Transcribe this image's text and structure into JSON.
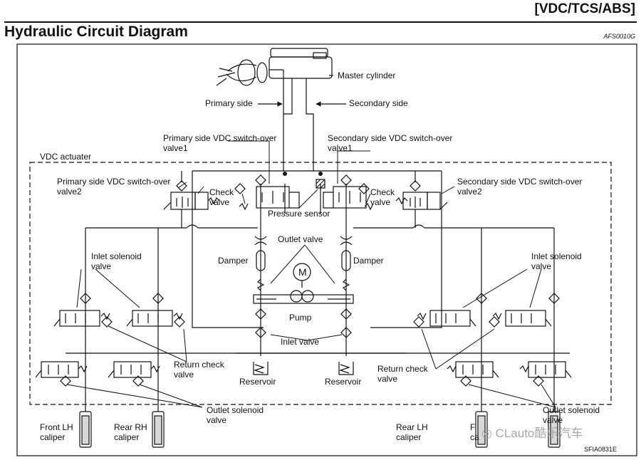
{
  "header": {
    "tag": "[VDC/TCS/ABS]",
    "title": "Hydraulic Circuit Diagram",
    "code": "AFS0010G"
  },
  "labels": {
    "master_cylinder": "Master cylinder",
    "primary_side": "Primary side",
    "secondary_side": "Secondary side",
    "primary_switch_valve1_l1": "Primary side VDC switch-over",
    "primary_switch_valve1_l2": "valve1",
    "secondary_switch_valve1_l1": "Secondary side VDC switch-over",
    "secondary_switch_valve1_l2": "valve1",
    "vdc_actuater": "VDC actuater",
    "primary_switch_valve2_l1": "Primary side VDC switch-over",
    "primary_switch_valve2_l2": "valve2",
    "secondary_switch_valve2_l1": "Secondary side VDC switch-over",
    "secondary_switch_valve2_l2": "valve2",
    "check_valve_left_l1": "Check",
    "check_valve_left_l2": "valve",
    "check_valve_right_l1": "Check",
    "check_valve_right_l2": "valve",
    "pressure_sensor": "Pressure sensor",
    "outlet_valve": "Outlet valve",
    "damper_left": "Damper",
    "damper_right": "Damper",
    "inlet_solenoid_left_l1": "Inlet solenoid",
    "inlet_solenoid_left_l2": "valve",
    "inlet_solenoid_right_l1": "Inlet solenoid",
    "inlet_solenoid_right_l2": "valve",
    "pump": "Pump",
    "motor": "M",
    "inlet_valve": "Inlet valve",
    "return_check_left_l1": "Return check",
    "return_check_left_l2": "valve",
    "return_check_right_l1": "Return check",
    "return_check_right_l2": "valve",
    "reservoir_left": "Reservoir",
    "reservoir_right": "Reservoir",
    "outlet_solenoid_left_l1": "Outlet solenoid",
    "outlet_solenoid_left_l2": "valve",
    "outlet_solenoid_right_l1": "Outlet solenoid",
    "outlet_solenoid_right_l2": "valve",
    "front_lh_l1": "Front LH",
    "front_lh_l2": "caliper",
    "rear_rh_l1": "Rear RH",
    "rear_rh_l2": "caliper",
    "rear_lh_l1": "Rear LH",
    "rear_lh_l2": "caliper",
    "front_rh_l1": "F",
    "front_rh_l2": "ca"
  },
  "footer": {
    "figure_code": "SFIA0831E",
    "watermark": "◎ CLauto酷乐汽车"
  }
}
